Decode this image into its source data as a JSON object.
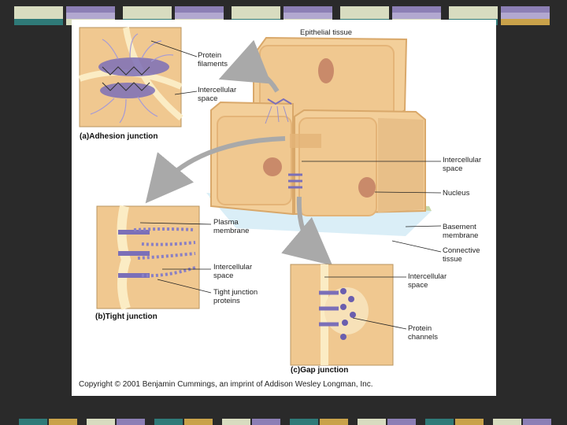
{
  "labels": {
    "epithelial_tissue": "Epithelial tissue",
    "protein_filaments": "Protein\nfilaments",
    "intercellular_space_a": "Intercellular\nspace",
    "intercellular_space_main": "Intercellular\nspace",
    "nucleus": "Nucleus",
    "basement_membrane": "Basement\nmembrane",
    "connective_tissue": "Connective\ntissue",
    "plasma_membrane": "Plasma\nmembrane",
    "intercellular_space_b": "Intercellular\nspace",
    "tight_junction_proteins": "Tight junction\nproteins",
    "intercellular_space_c": "Intercellular\nspace",
    "protein_channels": "Protein\nchannels"
  },
  "captions": {
    "a": "(a)Adhesion junction",
    "b": "(b)Tight junction",
    "c": "(c)Gap junction"
  },
  "copyright": "Copyright © 2001 Benjamin Cummings, an imprint of Addison Wesley Longman, Inc.",
  "colors": {
    "background": "#2a2a2a",
    "cell": "#f3cf9a",
    "cell_edge": "#d9a86a",
    "nucleus": "#c98a6a",
    "protein": "#7b6fb8",
    "connective": "#cfe6f2",
    "arrow": "#a9a9a9"
  }
}
